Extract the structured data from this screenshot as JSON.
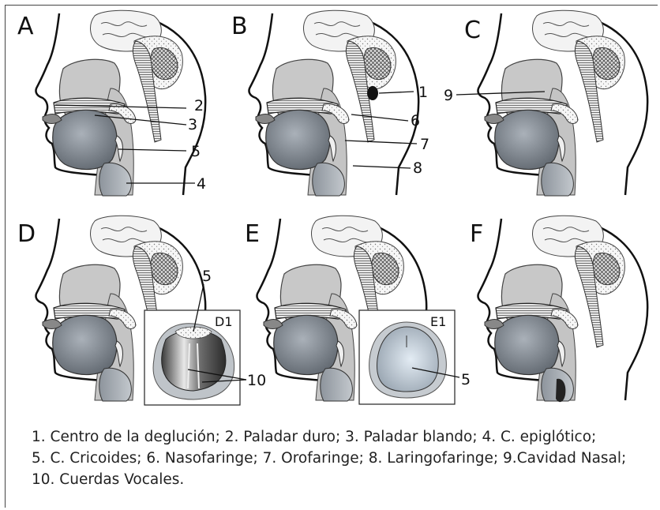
{
  "panels": [
    {
      "letter": "A",
      "labels": [
        "2",
        "3",
        "5",
        "4"
      ]
    },
    {
      "letter": "B",
      "labels": [
        "1",
        "6",
        "7",
        "8"
      ]
    },
    {
      "letter": "C",
      "labels": [
        "9"
      ]
    },
    {
      "letter": "D",
      "labels": [
        "5",
        "10"
      ],
      "inset_title": "D1"
    },
    {
      "letter": "E",
      "labels": [
        "5"
      ],
      "inset_title": "E1"
    },
    {
      "letter": "F",
      "labels": []
    }
  ],
  "legend": {
    "line1": "1. Centro de la deglución; 2. Paladar duro; 3. Paladar blando; 4. C. epiglótico;",
    "line2": "5. C. Cricoides; 6. Nasofaringe; 7. Orofaringe; 8. Laringofaringe; 9.Cavidad Nasal;",
    "line3": "10. Cuerdas Vocales."
  },
  "colors": {
    "outline": "#111111",
    "tissue": "#c9c9c9",
    "tongue": "#7f8790",
    "pharynx": "#b9bec4",
    "brain": "#f4f4f4",
    "center": "#111111"
  }
}
